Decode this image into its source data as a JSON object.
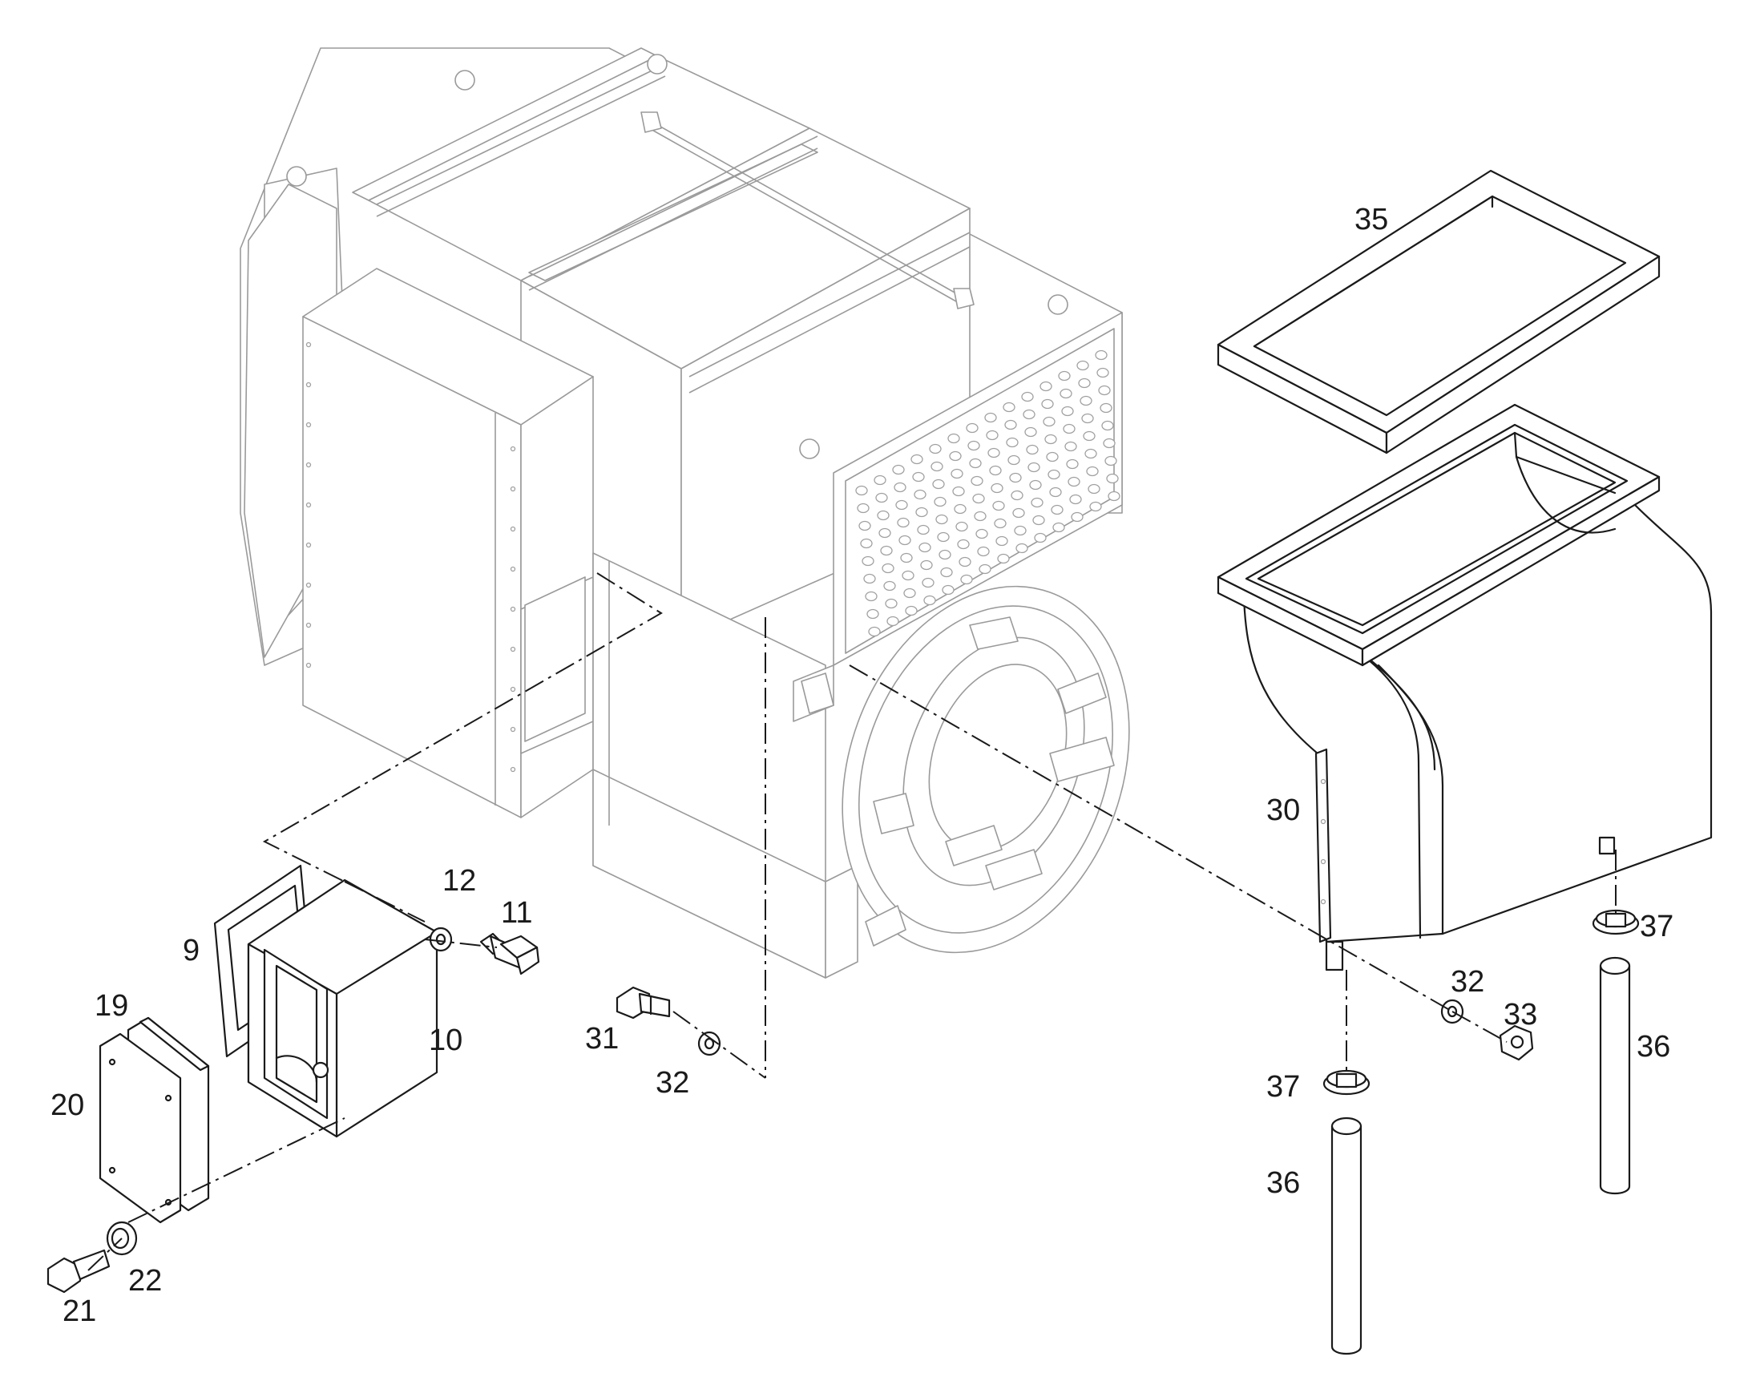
{
  "diagram": {
    "callouts": [
      {
        "id": "35",
        "label": "35"
      },
      {
        "id": "30",
        "label": "30"
      },
      {
        "id": "12",
        "label": "12"
      },
      {
        "id": "11",
        "label": "11"
      },
      {
        "id": "9",
        "label": "9"
      },
      {
        "id": "10",
        "label": "10"
      },
      {
        "id": "19",
        "label": "19"
      },
      {
        "id": "20",
        "label": "20"
      },
      {
        "id": "21",
        "label": "21"
      },
      {
        "id": "22",
        "label": "22"
      },
      {
        "id": "31",
        "label": "31"
      },
      {
        "id": "32a",
        "label": "32"
      },
      {
        "id": "32b",
        "label": "32"
      },
      {
        "id": "33",
        "label": "33"
      },
      {
        "id": "37a",
        "label": "37"
      },
      {
        "id": "37b",
        "label": "37"
      },
      {
        "id": "36a",
        "label": "36"
      },
      {
        "id": "36b",
        "label": "36"
      }
    ],
    "colors": {
      "ink": "#1a1a1a",
      "faint": "#9a9a9a",
      "background": "#ffffff"
    }
  }
}
